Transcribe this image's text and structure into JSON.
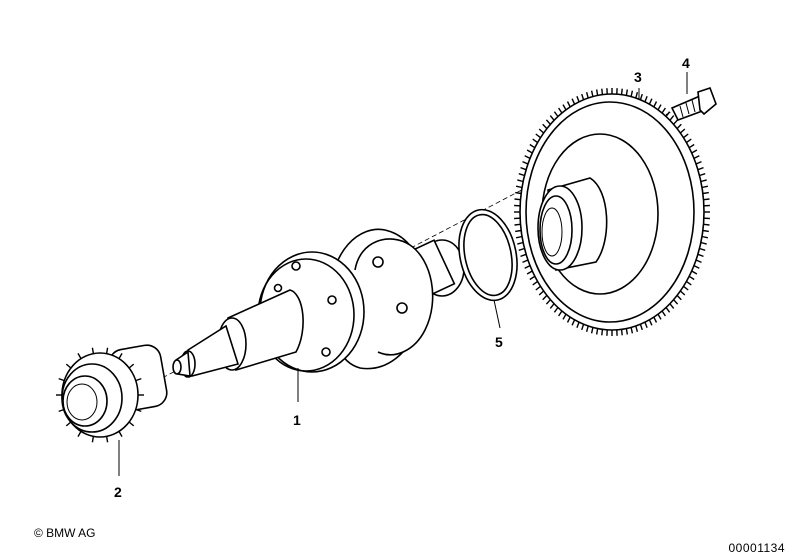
{
  "callouts": [
    {
      "label": "1"
    },
    {
      "label": "2"
    },
    {
      "label": "3"
    },
    {
      "label": "4"
    },
    {
      "label": "5"
    }
  ],
  "footer": {
    "copyright": "© BMW AG",
    "document_number": "00001134"
  }
}
